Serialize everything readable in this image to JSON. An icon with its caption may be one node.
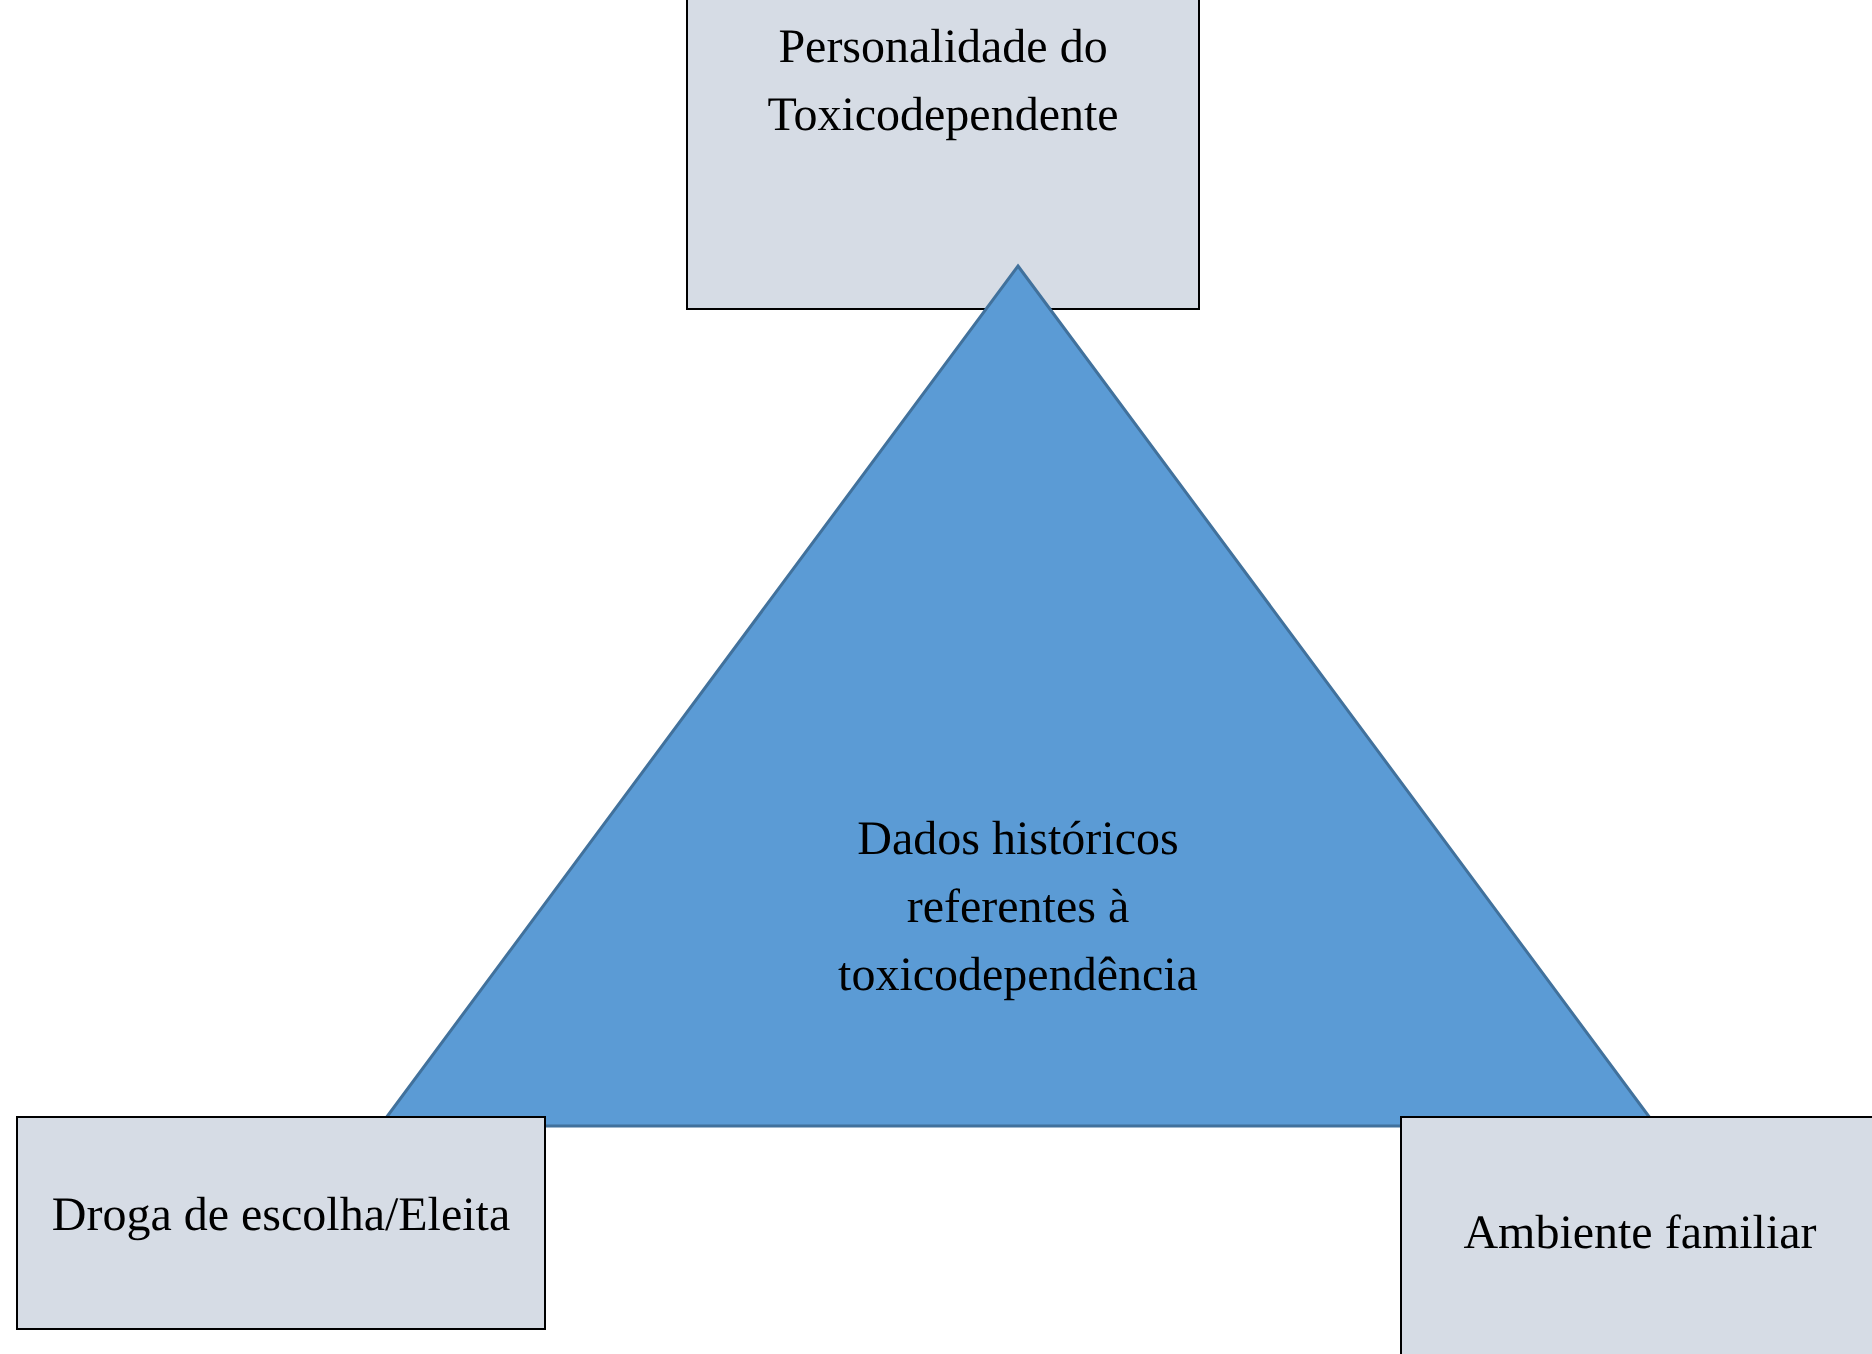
{
  "diagram": {
    "nodes": [
      {
        "text": [
          "Personalidade do Toxicodependente"
        ]
      },
      {
        "text": [
          "Dados históricos referentes à toxicodependência"
        ]
      },
      {
        "text": [
          "Droga de escolha/Eleita"
        ]
      },
      {
        "text": [
          "Ambiente familiar"
        ]
      }
    ]
  }
}
